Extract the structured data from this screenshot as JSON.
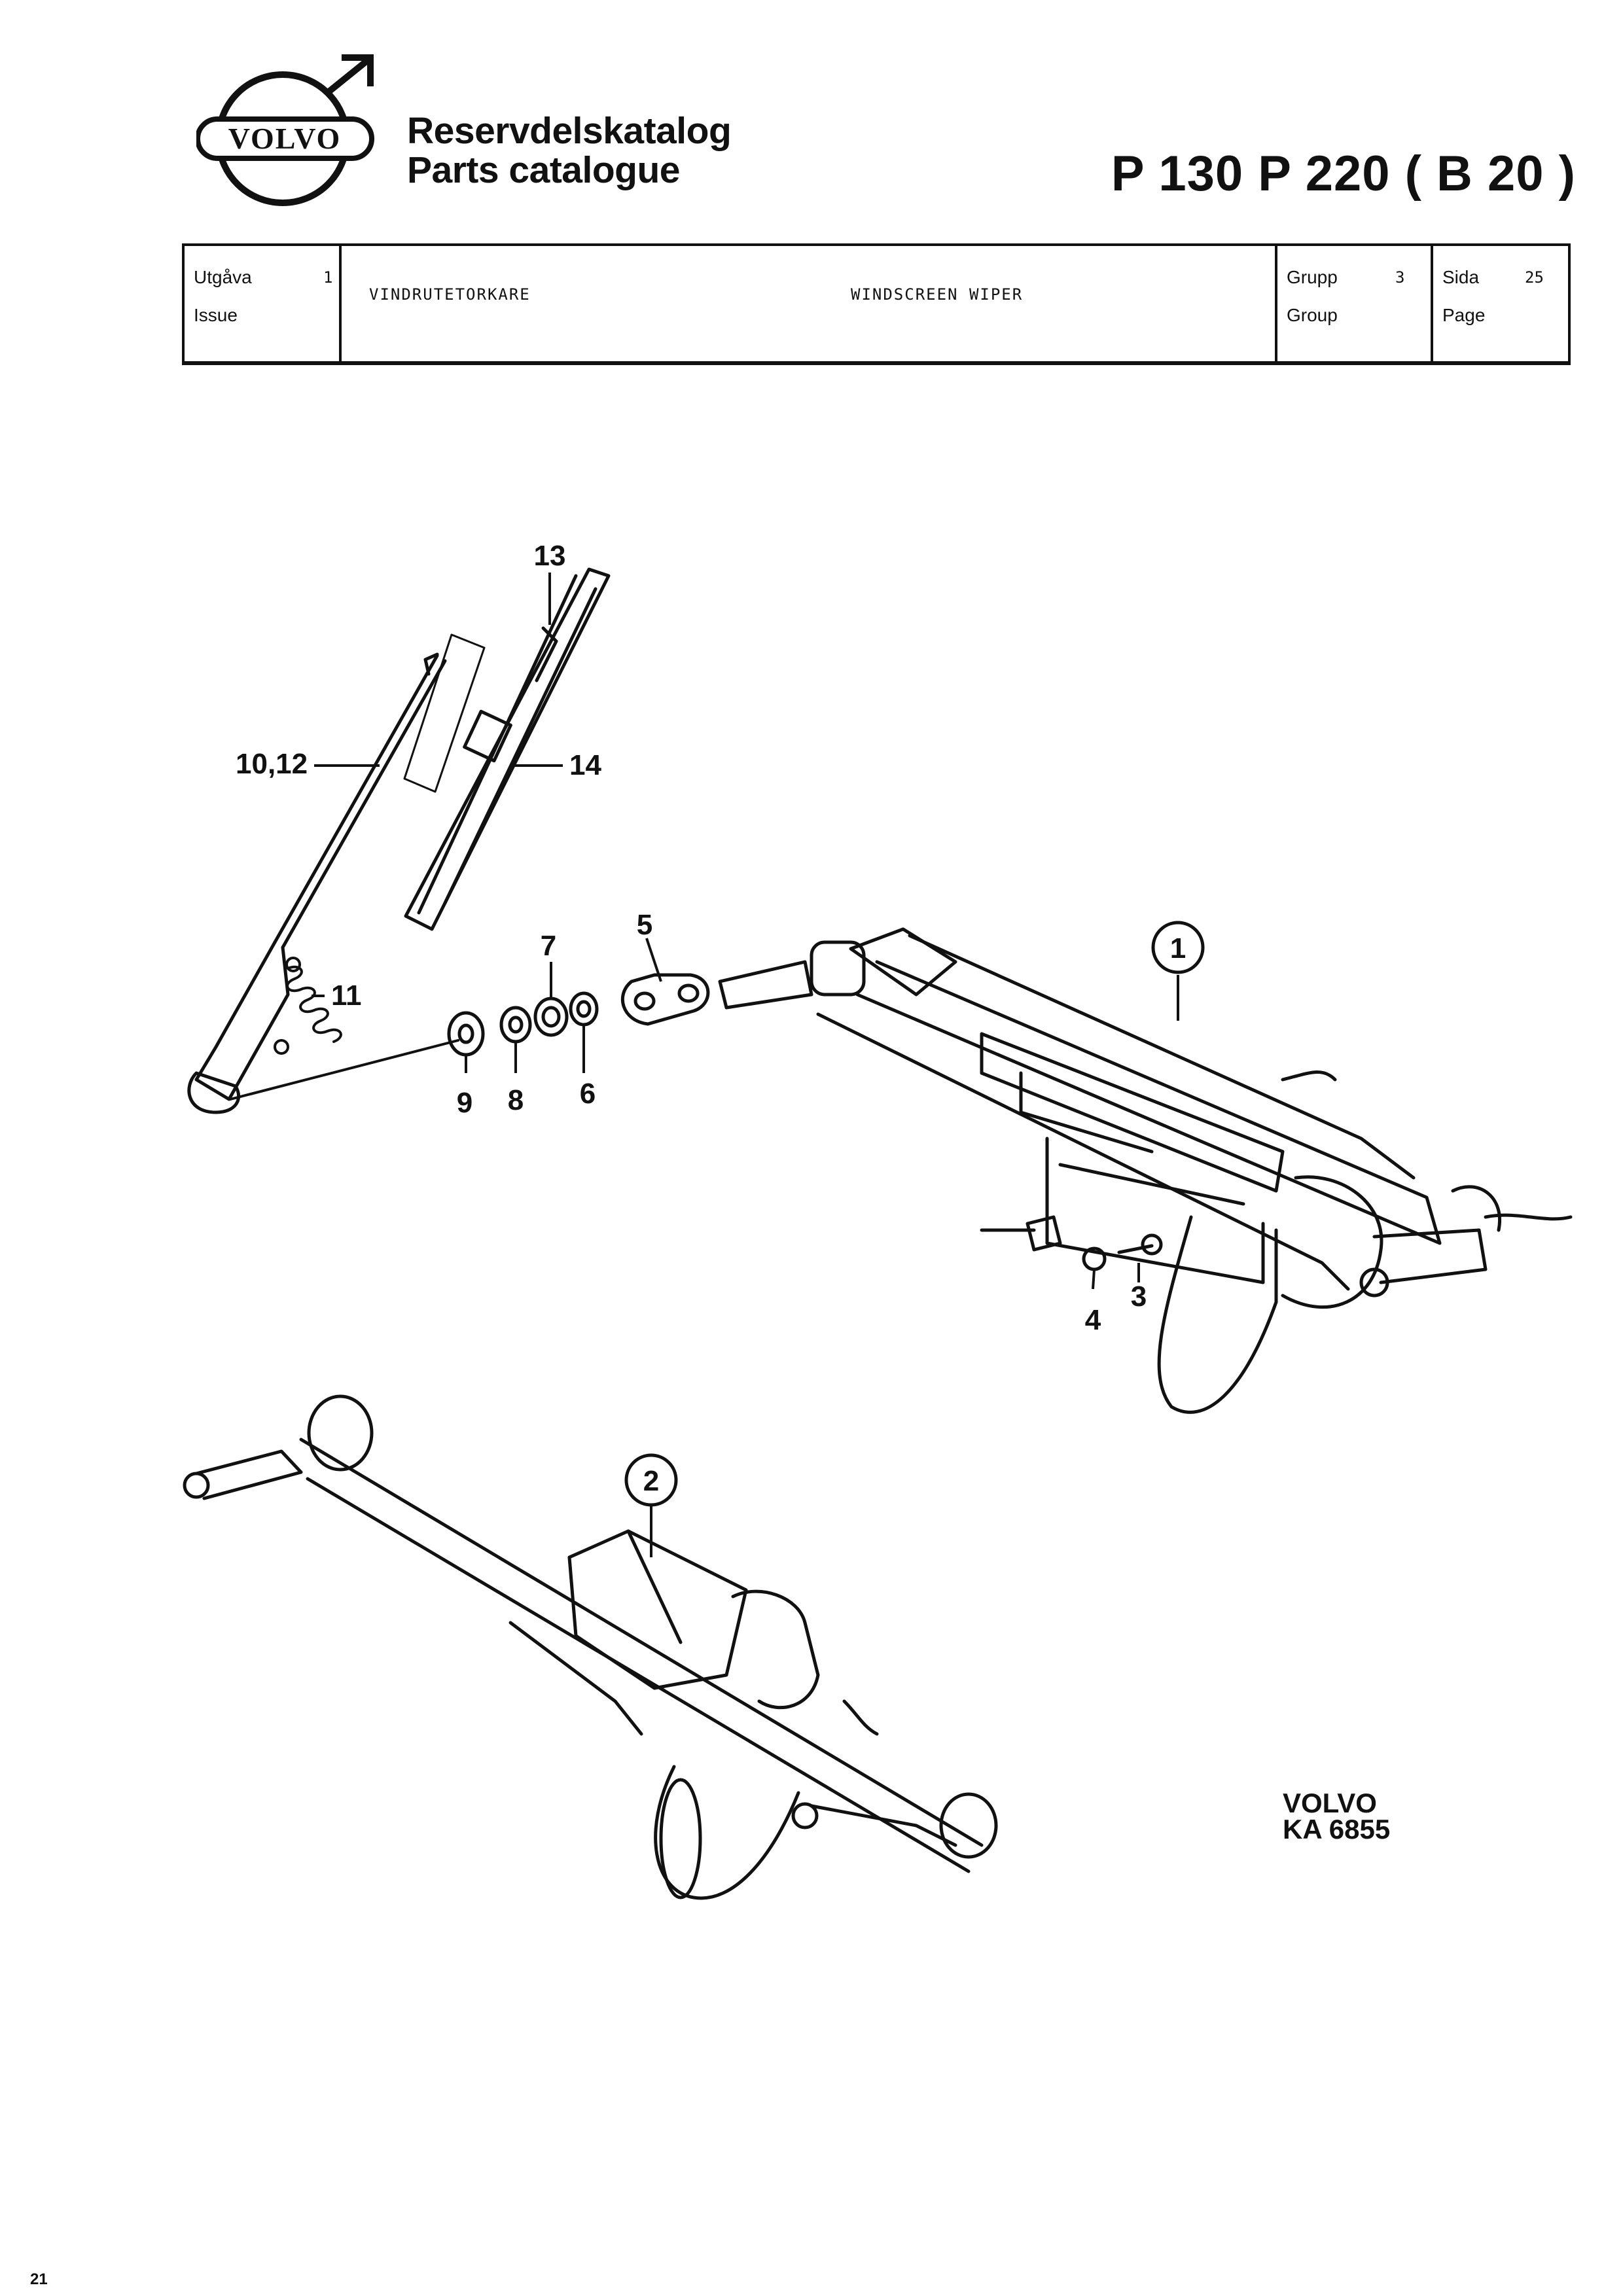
{
  "header": {
    "brand": "VOLVO",
    "title_sv": "Reservdelskatalog",
    "title_en": "Parts catalogue",
    "model": "P 130  P 220 ( B 20 )"
  },
  "info": {
    "issue_label_sv": "Utgåva",
    "issue_label_en": "Issue",
    "issue_value": "1",
    "name_sv": "VINDRUTETORKARE",
    "name_en": "WINDSCREEN WIPER",
    "group_label_sv": "Grupp",
    "group_label_en": "Group",
    "group_value": "3",
    "page_label_sv": "Sida",
    "page_label_en": "Page",
    "page_value": "25"
  },
  "callouts": {
    "c1": "1",
    "c2": "2",
    "c3": "3",
    "c4": "4",
    "c5": "5",
    "c6": "6",
    "c7": "7",
    "c8": "8",
    "c9": "9",
    "c10_12": "10,12",
    "c11": "11",
    "c13": "13",
    "c14": "14"
  },
  "figure_ref": {
    "brand": "VOLVO",
    "code": "KA 6855"
  },
  "footer_mark": "21"
}
